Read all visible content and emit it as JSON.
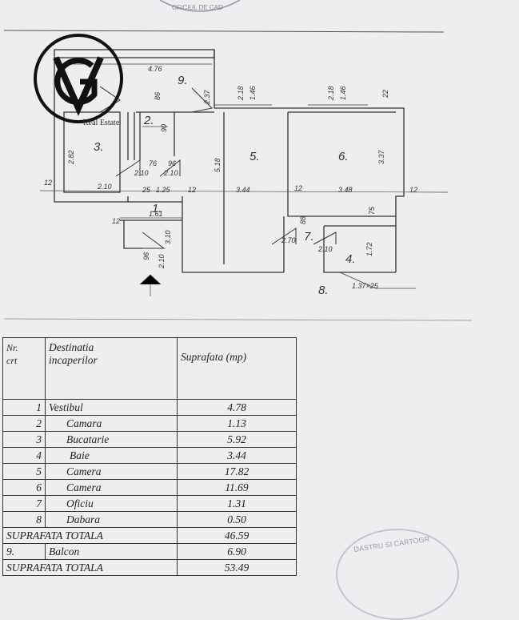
{
  "stamp_top": "OFICIUL DE CAD",
  "stamp_bottom": "DASTRU SI CARTOGR",
  "logo": {
    "watermark": "Real Estate"
  },
  "plan": {
    "rooms": [
      "1.",
      "2.",
      "3.",
      "4.",
      "5.",
      "6.",
      "7.",
      "8.",
      "9."
    ],
    "dims": {
      "d_476": "4.76",
      "d_282": "2.82",
      "d_210a": "2.10",
      "d_12a": "12",
      "d_125": "1.25",
      "d_12b": "12",
      "d_344": "3.44",
      "d_12c": "12",
      "d_348": "3.48",
      "d_12d": "12",
      "d_518": "5.18",
      "d_337": "3.37",
      "d_161": "1.61",
      "d_12e": "12",
      "d_310": "3.10",
      "d_210b": "2.10",
      "d_210c": "2.10",
      "d_210d": "2.10",
      "d_210e": "2.10",
      "d_270": "2.70",
      "d_172": "1.72",
      "d_137": "1.37×25",
      "d_218a": "2.18",
      "d_146a": "1.46",
      "d_218b": "2.18",
      "d_146b": "1.46",
      "d_237": "2.37",
      "d_22": "22",
      "d_75": "75",
      "d_90": "90",
      "d_76a": "76",
      "d_96a": "96",
      "d_96b": "96",
      "d_86": "86",
      "d_25": "25",
      "d_88": "88"
    }
  },
  "table": {
    "headers": {
      "nr": "Nr.",
      "crt": "crt",
      "dest1": "Destinatia",
      "dest2": "incaperilor",
      "suf": "Suprafata (mp)"
    },
    "rows": [
      {
        "nr": "1",
        "name": "Vestibul",
        "area": "4.78"
      },
      {
        "nr": "2",
        "name": "Camara",
        "area": "1.13"
      },
      {
        "nr": "3",
        "name": "Bucatarie",
        "area": "5.92"
      },
      {
        "nr": "4",
        "name": "Baie",
        "area": "3.44"
      },
      {
        "nr": "5",
        "name": "Camera",
        "area": "17.82"
      },
      {
        "nr": "6",
        "name": "Camera",
        "area": "11.69"
      },
      {
        "nr": "7",
        "name": "Oficiu",
        "area": "1.31"
      },
      {
        "nr": "8",
        "name": "Dabara",
        "area": "0.50"
      }
    ],
    "total1": {
      "label": "SUPRAFATA TOTALA",
      "area": "46.59"
    },
    "balcon": {
      "nr": "9.",
      "name": "Balcon",
      "area": "6.90"
    },
    "total2": {
      "label": "SUPRAFATA TOTALA",
      "area": "53.49"
    }
  }
}
